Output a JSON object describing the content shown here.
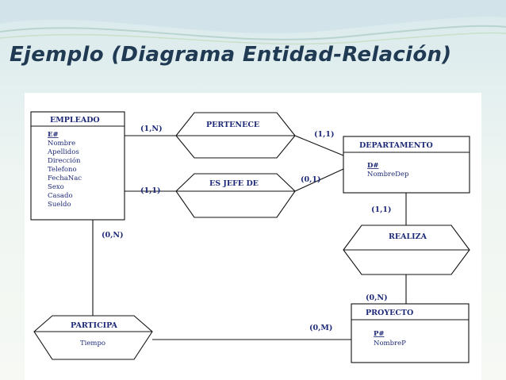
{
  "slide": {
    "title": "Ejemplo (Diagrama Entidad-Relación)"
  },
  "diagram": {
    "entities": {
      "empleado": {
        "name": "EMPLEADO",
        "key": "E#",
        "attributes": [
          "Nombre",
          "Apellidos",
          "Dirección",
          "Telefono",
          "FechaNac",
          "Sexo",
          "Casado",
          "Sueldo"
        ]
      },
      "departamento": {
        "name": "DEPARTAMENTO",
        "key": "D#",
        "attributes": [
          "NombreDep"
        ]
      },
      "proyecto": {
        "name": "PROYECTO",
        "key": "P#",
        "attributes": [
          "NombreP"
        ]
      }
    },
    "relationships": {
      "pertenece": {
        "name": "PERTENECE"
      },
      "es_jefe_de": {
        "name": "ES JEFE DE"
      },
      "realiza": {
        "name": "REALIZA"
      },
      "participa": {
        "name": "PARTICIPA",
        "attribute": "Tiempo"
      }
    },
    "cardinalities": {
      "empleado_pertenece": "(1,N)",
      "pertenece_departamento": "(1,1)",
      "empleado_jefe": "(1,1)",
      "jefe_departamento": "(0,1)",
      "departamento_realiza": "(1,1)",
      "realiza_proyecto": "(0,N)",
      "empleado_participa": "(0,N)",
      "participa_proyecto": "(0,M)"
    }
  },
  "colors": {
    "title": "#1f3a52",
    "diagram_text": "#1e2a78",
    "lines": "#111111"
  }
}
